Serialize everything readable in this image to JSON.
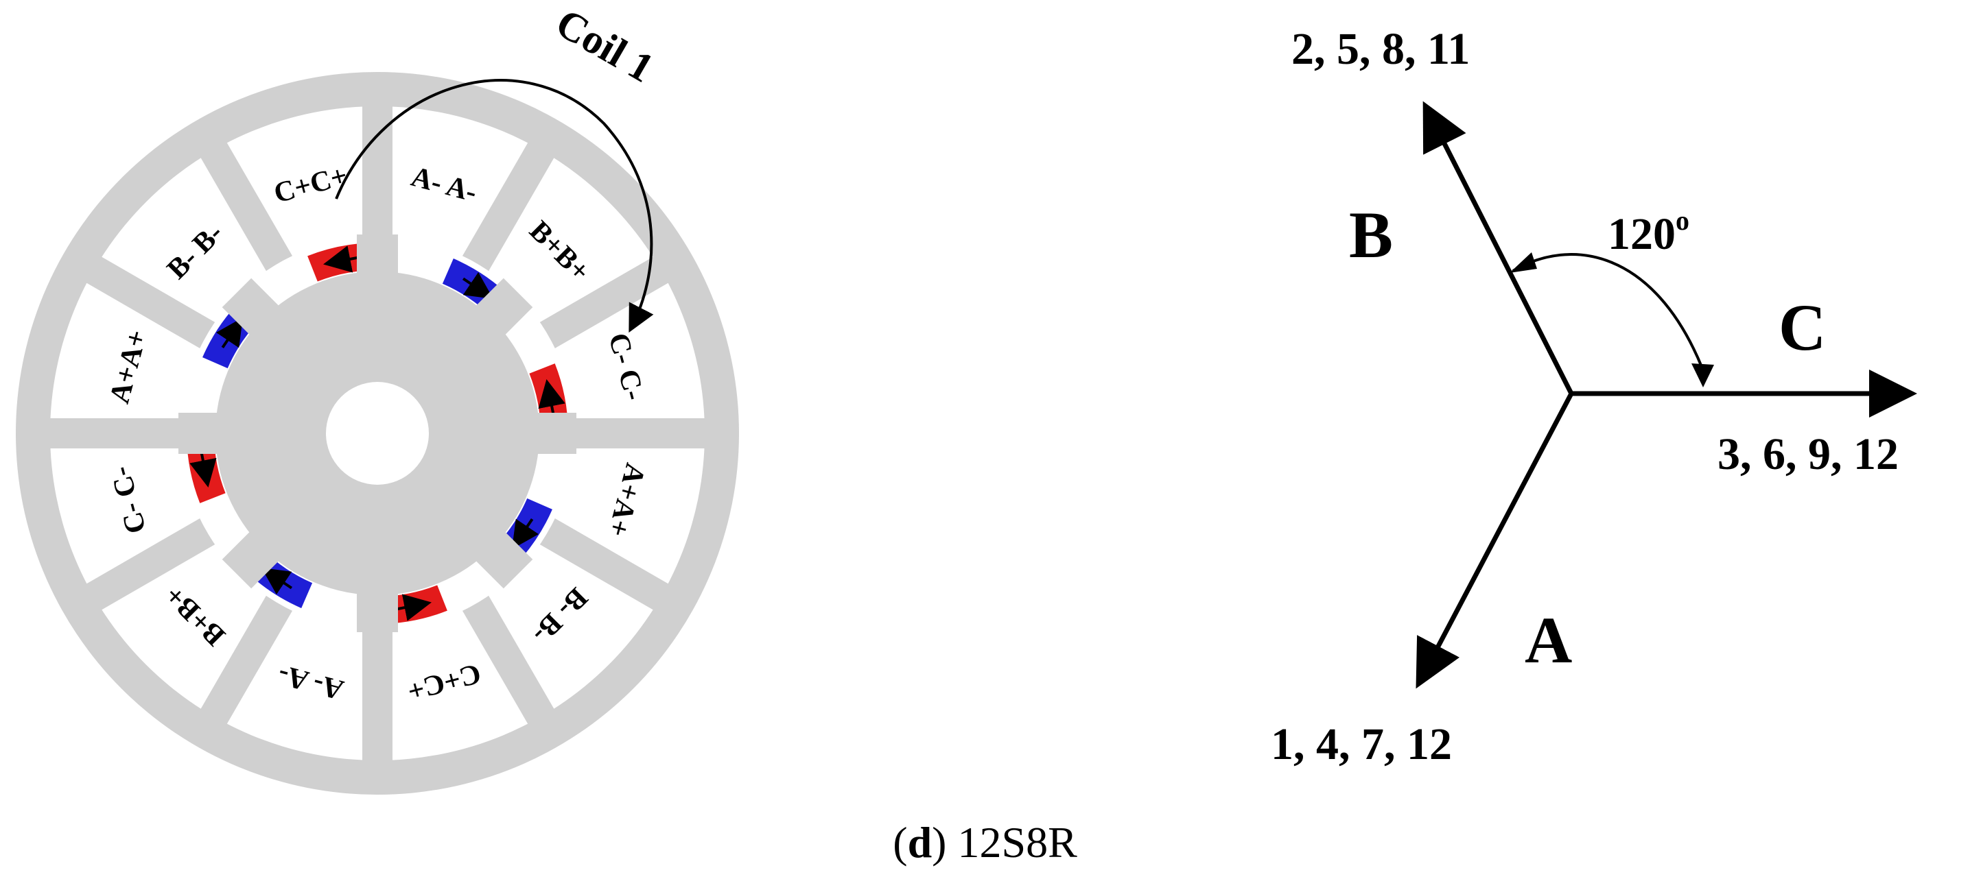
{
  "motor": {
    "coil_label": "Coil 1",
    "slot_labels": [
      "A- A-",
      "B+B+",
      "C- C-",
      "A+A+",
      "B- B-",
      "C+C+",
      "A- A-",
      "B+B+",
      "C- C-",
      "A+A+",
      "B- B-",
      "C+C+"
    ],
    "magnets": [
      {
        "color": "#e31b1b",
        "arrow": "ccw"
      },
      {
        "color": "#1f1fd6",
        "arrow": "cw"
      },
      {
        "color": "#e31b1b",
        "arrow": "ccw"
      },
      {
        "color": "#1f1fd6",
        "arrow": "cw"
      },
      {
        "color": "#e31b1b",
        "arrow": "ccw"
      },
      {
        "color": "#1f1fd6",
        "arrow": "cw"
      },
      {
        "color": "#e31b1b",
        "arrow": "ccw"
      },
      {
        "color": "#1f1fd6",
        "arrow": "cw"
      }
    ],
    "stator_color": "#d0d0d0"
  },
  "phasor": {
    "phase_b": {
      "label": "B",
      "coils": "2, 5, 8, 11"
    },
    "phase_c": {
      "label": "C",
      "coils": "3, 6, 9, 12"
    },
    "phase_a": {
      "label": "A",
      "coils": "1, 4, 7, 12"
    },
    "angle_label": "120",
    "angle_superscript": "o"
  },
  "caption": {
    "letter": "d",
    "text": "12S8R"
  }
}
